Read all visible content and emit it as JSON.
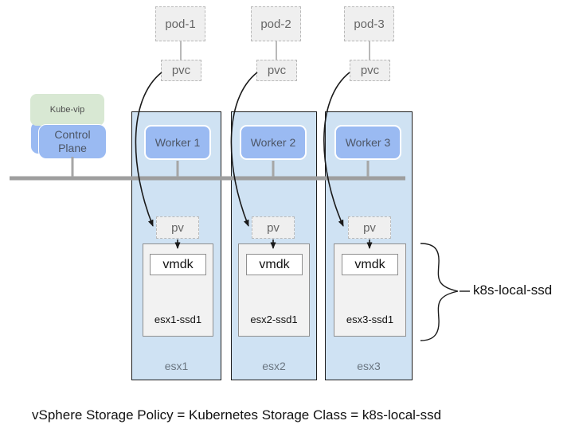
{
  "caption": "vSphere Storage Policy = Kubernetes Storage Class = k8s-local-ssd",
  "brace_label": "k8s-local-ssd",
  "control_plane": {
    "kube_vip_label": "Kube-vip",
    "label": "Control Plane"
  },
  "columns": [
    {
      "pod": "pod-1",
      "pvc": "pvc",
      "worker": "Worker 1",
      "pv": "pv",
      "vmdk": "vmdk",
      "datastore": "esx1-ssd1",
      "host": "esx1"
    },
    {
      "pod": "pod-2",
      "pvc": "pvc",
      "worker": "Worker 2",
      "pv": "pv",
      "vmdk": "vmdk",
      "datastore": "esx2-ssd1",
      "host": "esx2"
    },
    {
      "pod": "pod-3",
      "pvc": "pvc",
      "worker": "Worker 3",
      "pv": "pv",
      "vmdk": "vmdk",
      "datastore": "esx3-ssd1",
      "host": "esx3"
    }
  ],
  "colors": {
    "host_container_fill": "#cfe2f3",
    "node_blue_fill": "#9abaf2",
    "kube_vip_green": "#d8e8d3",
    "ghost_fill": "#efefef",
    "ghost_border": "#b9b9b9",
    "datastore_fill": "#f2f2f2",
    "datastore_border": "#8f8f8f",
    "network_bus_gray": "#9e9e9e",
    "arrow_black": "#1a1a1a"
  }
}
